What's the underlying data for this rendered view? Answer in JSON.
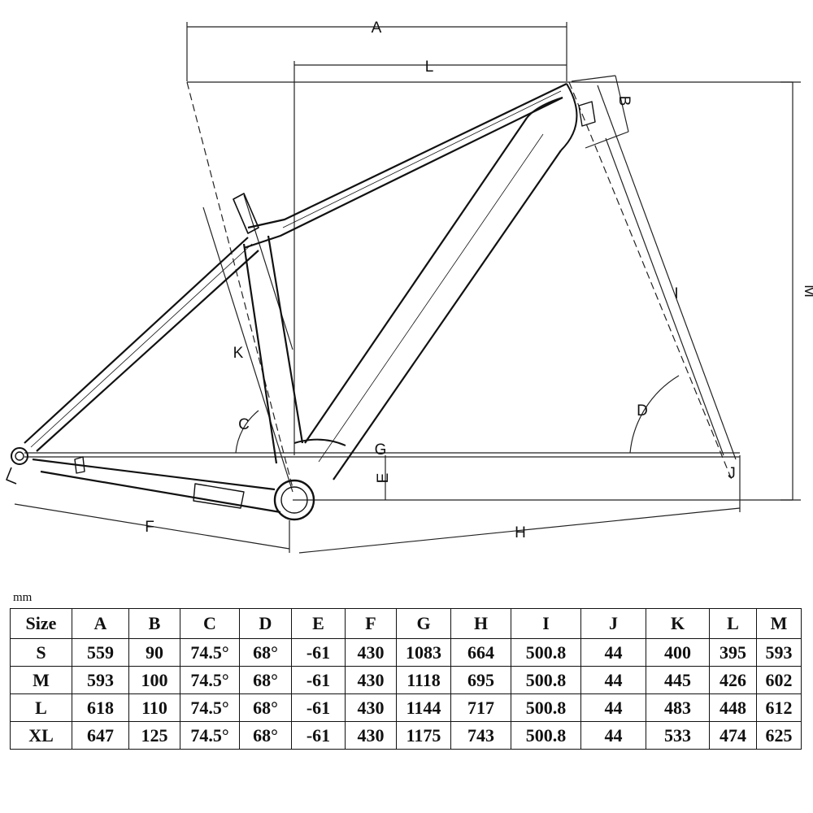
{
  "diagram": {
    "dimension_letters": [
      "A",
      "B",
      "C",
      "D",
      "E",
      "F",
      "G",
      "H",
      "I",
      "J",
      "K",
      "L",
      "M"
    ]
  },
  "table": {
    "unit": "mm",
    "headers": [
      "Size",
      "A",
      "B",
      "C",
      "D",
      "E",
      "F",
      "G",
      "H",
      "I",
      "J",
      "K",
      "L",
      "M"
    ],
    "rows": [
      [
        "S",
        "559",
        "90",
        "74.5°",
        "68°",
        "-61",
        "430",
        "1083",
        "664",
        "500.8",
        "44",
        "400",
        "395",
        "593"
      ],
      [
        "M",
        "593",
        "100",
        "74.5°",
        "68°",
        "-61",
        "430",
        "1118",
        "695",
        "500.8",
        "44",
        "445",
        "426",
        "602"
      ],
      [
        "L",
        "618",
        "110",
        "74.5°",
        "68°",
        "-61",
        "430",
        "1144",
        "717",
        "500.8",
        "44",
        "483",
        "448",
        "612"
      ],
      [
        "XL",
        "647",
        "125",
        "74.5°",
        "68°",
        "-61",
        "430",
        "1175",
        "743",
        "500.8",
        "44",
        "533",
        "474",
        "625"
      ]
    ]
  }
}
